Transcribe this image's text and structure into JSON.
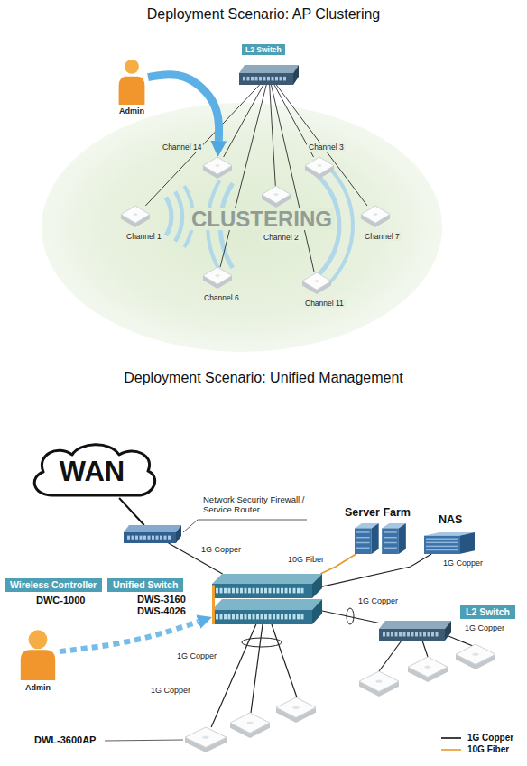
{
  "diagram": {
    "title": "Deployment Scenario: AP Clustering",
    "nodes": [
      {
        "text": [
          "L2 Switch"
        ]
      },
      {
        "text": [
          "Admin"
        ]
      },
      {
        "text": [
          "Channel 14"
        ]
      },
      {
        "text": [
          "Channel 3"
        ]
      },
      {
        "text": [
          "Channel 1"
        ]
      },
      {
        "text": [
          "Channel 2"
        ]
      },
      {
        "text": [
          "Channel 7"
        ]
      },
      {
        "text": [
          "Channel 6"
        ]
      },
      {
        "text": [
          "Channel 11"
        ]
      },
      {
        "text": [
          "WAN"
        ]
      },
      {
        "text": [
          "Network Security Firewall / Service Router"
        ]
      },
      {
        "text": [
          "Server Farm"
        ]
      },
      {
        "text": [
          "NAS"
        ]
      },
      {
        "text": [
          "Wireless Controller",
          "Unified Switch",
          "DWC-1000",
          "DWS-3160 DWS-4026"
        ]
      },
      {
        "text": [
          "Admin"
        ]
      },
      {
        "text": [
          "L2 Switch"
        ]
      },
      {
        "text": [
          "DWL-3600AP"
        ]
      }
    ],
    "edges": [
      {
        "from": 0,
        "to": 2,
        "arrow": "none"
      },
      {
        "from": 0,
        "to": 3,
        "arrow": "none"
      },
      {
        "from": 0,
        "to": 4,
        "arrow": "none"
      },
      {
        "from": 0,
        "to": 5,
        "arrow": "none"
      },
      {
        "from": 0,
        "to": 6,
        "arrow": "none"
      },
      {
        "from": 0,
        "to": 7,
        "arrow": "none"
      },
      {
        "from": 0,
        "to": 8,
        "arrow": "none"
      },
      {
        "from": 1,
        "to": 2,
        "arrow": "to"
      },
      {
        "from": 9,
        "to": 10,
        "arrow": "none"
      },
      {
        "from": 10,
        "to": 13,
        "arrow": "none",
        "label": "1G Copper"
      },
      {
        "from": 13,
        "to": 11,
        "arrow": "none",
        "label": "10G Fiber"
      },
      {
        "from": 13,
        "to": 12,
        "arrow": "none",
        "label": "1G Copper"
      },
      {
        "from": 13,
        "to": 15,
        "arrow": "none",
        "label": "1G Copper"
      },
      {
        "from": 13,
        "to": 16,
        "arrow": "none",
        "label": "1G Copper"
      },
      {
        "from": 14,
        "to": 13,
        "arrow": "to"
      }
    ],
    "labels": [
      "CLUSTERING",
      "Deployment Scenario: Unified Management",
      "1G Copper",
      "1G Copper"
    ],
    "legend": [
      {
        "text": "1G Copper"
      },
      {
        "text": "10G Fiber"
      }
    ]
  }
}
